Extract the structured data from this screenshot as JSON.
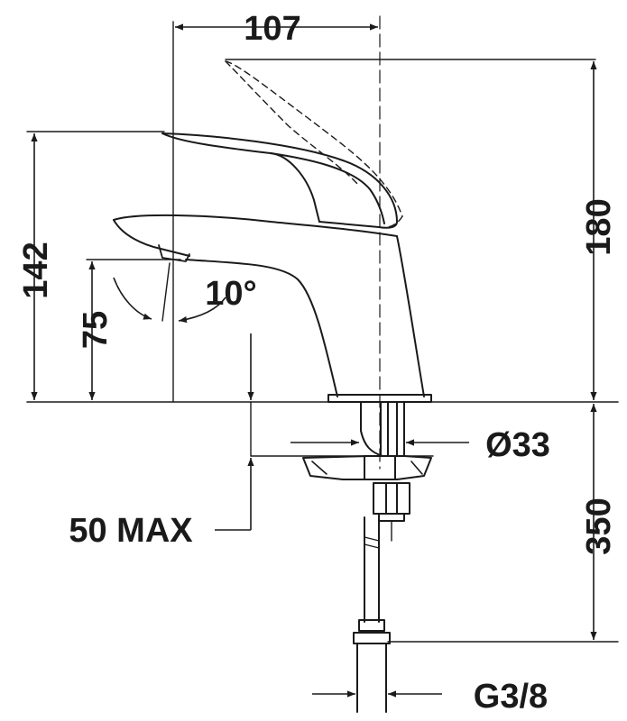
{
  "diagram": {
    "dimensions": {
      "top_width": "107",
      "total_height": "180",
      "spout_height": "142",
      "spout_clearance": "75",
      "spout_angle": "10°",
      "hole_diameter": "Ø33",
      "hose_length": "350",
      "max_deck_thickness": "50 MAX",
      "connection_thread": "G3/8"
    },
    "colors": {
      "line": "#1a1a1a",
      "background": "#ffffff"
    }
  }
}
